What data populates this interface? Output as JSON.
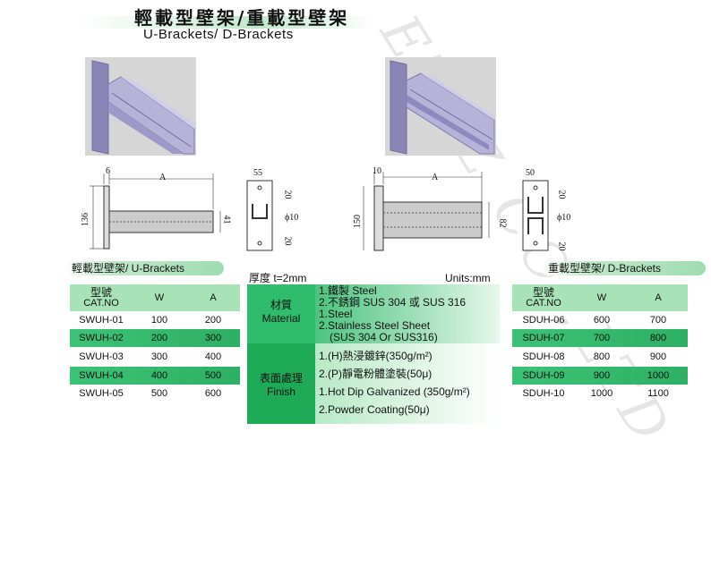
{
  "header": {
    "title_zh": "輕載型壁架/重載型壁架",
    "title_en": "U-Brackets/ D-Brackets"
  },
  "watermark": "ETAZ CO.,LTD",
  "left_drawing": {
    "dim_6": "6",
    "dim_a": "A",
    "dim_136": "136",
    "dim_41": "41",
    "dim_55": "55",
    "dim_20a": "20",
    "dim_20b": "20",
    "dim_phi": "ϕ10"
  },
  "right_drawing": {
    "dim_10": "10",
    "dim_a": "A",
    "dim_150": "150",
    "dim_82": "82",
    "dim_50": "50",
    "dim_20a": "20",
    "dim_20b": "20",
    "dim_phi": "ϕ10"
  },
  "labels": {
    "u_brackets": "輕載型壁架/ U-Brackets",
    "d_brackets": "重載型壁架/ D-Brackets",
    "thickness": "厚度 t=2mm",
    "units": "Units:mm"
  },
  "u_table": {
    "header": {
      "cat_zh": "型號",
      "cat_en": "CAT.NO",
      "w": "W",
      "a": "A"
    },
    "rows": [
      {
        "cat": "SWUH-01",
        "w": "100",
        "a": "200"
      },
      {
        "cat": "SWUH-02",
        "w": "200",
        "a": "300"
      },
      {
        "cat": "SWUH-03",
        "w": "300",
        "a": "400"
      },
      {
        "cat": "SWUH-04",
        "w": "400",
        "a": "500"
      },
      {
        "cat": "SWUH-05",
        "w": "500",
        "a": "600"
      }
    ]
  },
  "d_table": {
    "header": {
      "cat_zh": "型號",
      "cat_en": "CAT.NO",
      "w": "W",
      "a": "A"
    },
    "rows": [
      {
        "cat": "SDUH-06",
        "w": "600",
        "a": "700"
      },
      {
        "cat": "SDUH-07",
        "w": "700",
        "a": "800"
      },
      {
        "cat": "SDUH-08",
        "w": "800",
        "a": "900"
      },
      {
        "cat": "SDUH-09",
        "w": "900",
        "a": "1000"
      },
      {
        "cat": "SDUH-10",
        "w": "1000",
        "a": "1100"
      }
    ]
  },
  "material": {
    "label_zh": "材質",
    "label_en": "Material",
    "lines": [
      "1.鐵製    Steel",
      "2.不銹鋼 SUS 304 或 SUS 316",
      "1.Steel",
      "2.Stainless Steel Sheet",
      "(SUS 304 Or SUS316)"
    ]
  },
  "finish": {
    "label_zh": "表面處理",
    "label_en": "Finish",
    "lines": [
      "1.(H)熱浸鍍鋅(350g/m²)",
      "2.(P)靜電粉體塗裝(50μ)",
      "1.Hot Dip Galvanized (350g/m²)",
      "2.Powder Coating(50μ)"
    ]
  }
}
